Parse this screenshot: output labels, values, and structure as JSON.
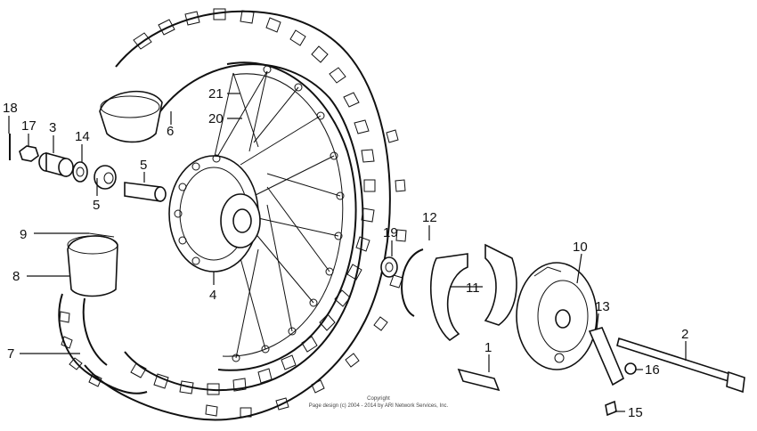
{
  "diagram": {
    "callouts": {
      "c1": "1",
      "c2": "2",
      "c3": "3",
      "c4": "4",
      "c5a": "5",
      "c5b": "5",
      "c6": "6",
      "c7": "7",
      "c8": "8",
      "c9": "9",
      "c10": "10",
      "c11": "11",
      "c12": "12",
      "c13": "13",
      "c14": "14",
      "c15": "15",
      "c16": "16",
      "c17": "17",
      "c18": "18",
      "c19": "19",
      "c20": "20",
      "c21": "21"
    },
    "copyright": {
      "line1": "Copyright",
      "line2": "Page design (c) 2004 - 2014 by ARI Network Services, Inc."
    }
  }
}
